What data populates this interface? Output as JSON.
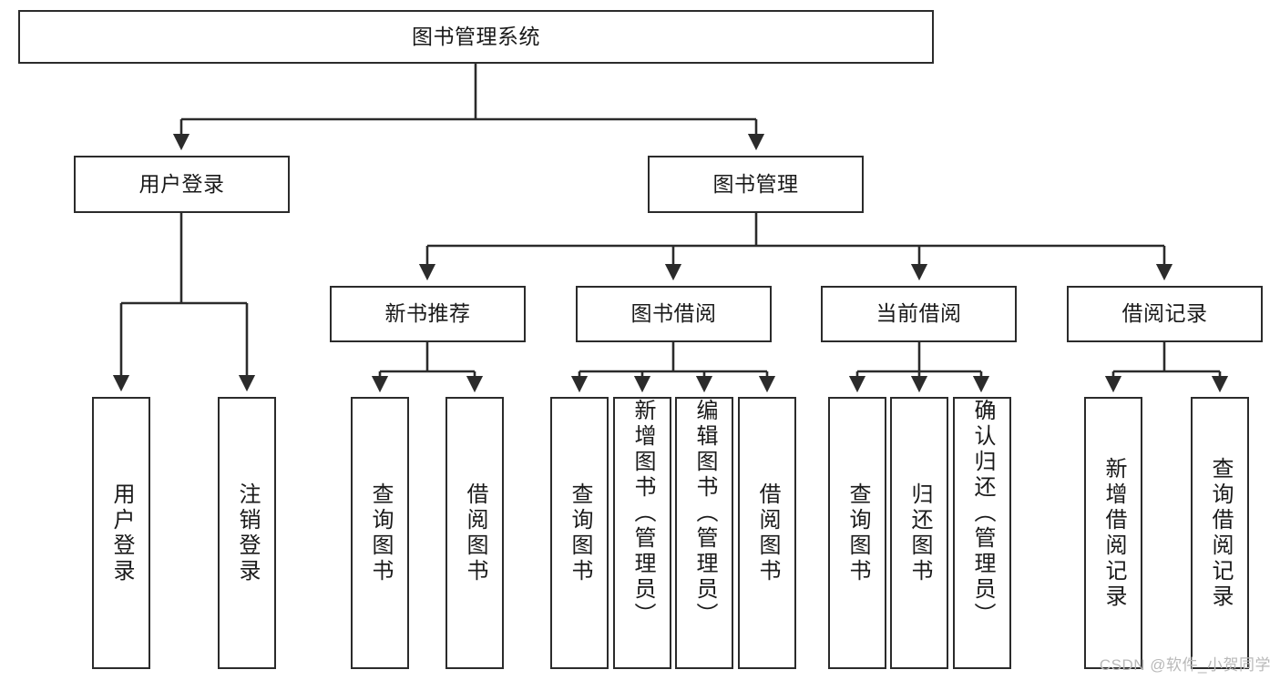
{
  "diagram": {
    "title": "图书管理系统",
    "type": "tree-hierarchy",
    "root": {
      "label": "图书管理系统"
    },
    "level2": [
      {
        "label": "用户登录"
      },
      {
        "label": "图书管理"
      }
    ],
    "level3": [
      {
        "label": "新书推荐"
      },
      {
        "label": "图书借阅"
      },
      {
        "label": "当前借阅"
      },
      {
        "label": "借阅记录"
      }
    ],
    "leaves_user_login": [
      {
        "label": "用户登录"
      },
      {
        "label": "注销登录"
      }
    ],
    "leaves_new_book": [
      {
        "label": "查询图书"
      },
      {
        "label": "借阅图书"
      }
    ],
    "leaves_borrow": [
      {
        "label": "查询图书"
      },
      {
        "label": "新增图书（管理员）"
      },
      {
        "label": "编辑图书（管理员）"
      },
      {
        "label": "借阅图书"
      }
    ],
    "leaves_current": [
      {
        "label": "查询图书"
      },
      {
        "label": "归还图书"
      },
      {
        "label": "确认归还（管理员）"
      }
    ],
    "leaves_record": [
      {
        "label": "新增借阅记录"
      },
      {
        "label": "查询借阅记录"
      }
    ]
  },
  "watermark": {
    "text": "CSDN @软件_小贺同学"
  },
  "colors": {
    "stroke": "#2b2b2b",
    "fill": "#ffffff",
    "text": "#1a1a1a",
    "watermark": "#b9b9b9"
  }
}
